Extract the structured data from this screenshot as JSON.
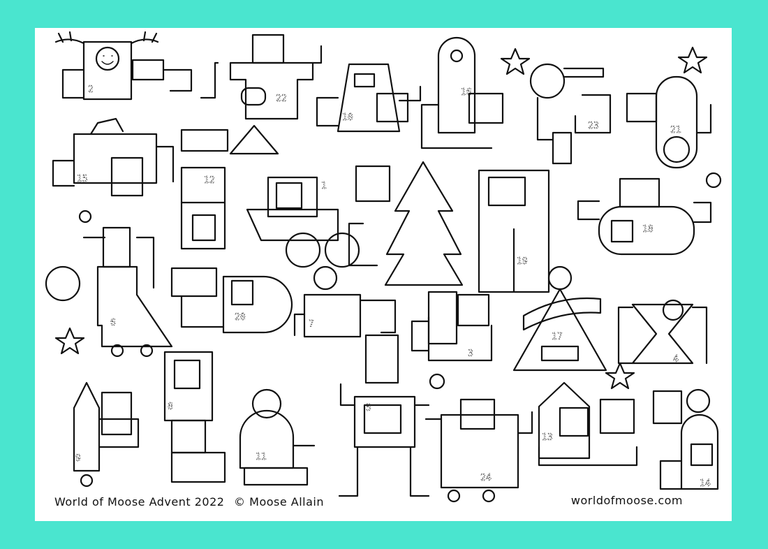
{
  "colors": {
    "border": "#4ae5cf",
    "paper": "#ffffff",
    "ink": "#111111"
  },
  "caption": {
    "title": "World of Moose Advent 2022",
    "copyright": "© Moose Allain",
    "website": "worldofmoose.com"
  },
  "robot_numbers": [
    "2",
    "22",
    "10",
    "16",
    "23",
    "21",
    "15",
    "12",
    "1",
    "19",
    "18",
    "6",
    "20",
    "7",
    "3",
    "17",
    "4",
    "9",
    "8",
    "11",
    "5",
    "24",
    "13",
    "14"
  ]
}
